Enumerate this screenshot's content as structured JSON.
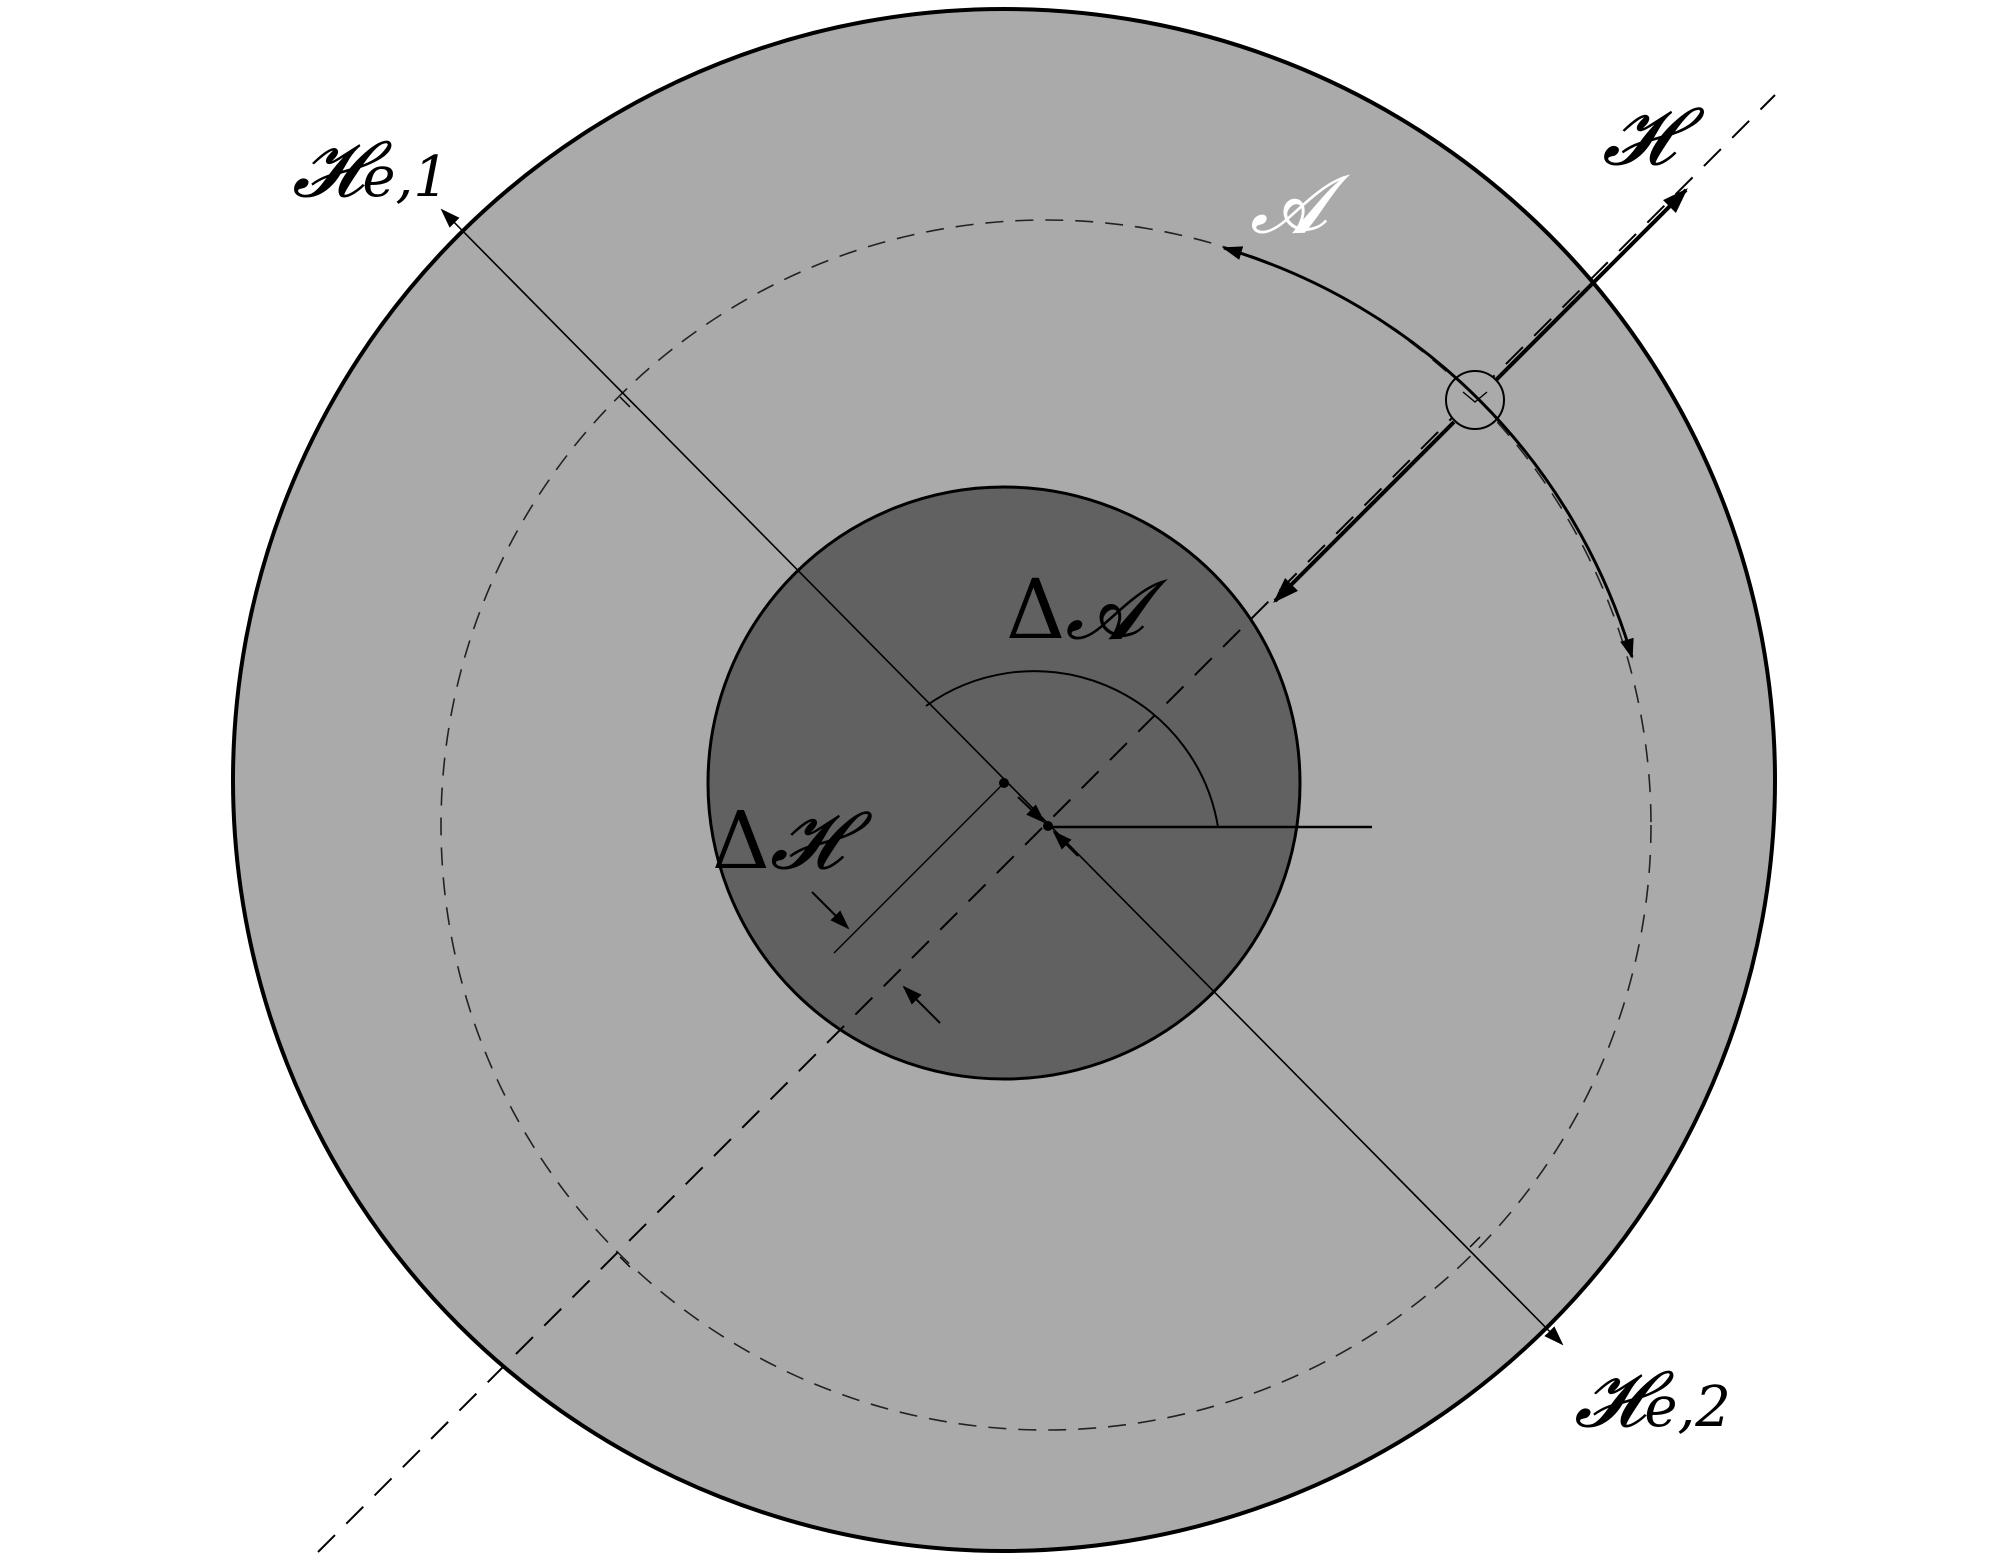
{
  "labels": {
    "he1": {
      "main": "𝓗",
      "sub": "e,1"
    },
    "h": {
      "main": "𝓗"
    },
    "a": {
      "main": "𝓐"
    },
    "delta_a": {
      "delta": "Δ",
      "main": "𝓐"
    },
    "delta_h": {
      "delta": "Δ",
      "main": "𝓗"
    },
    "he2": {
      "main": "𝓗",
      "sub": "e,2"
    }
  },
  "colors": {
    "outer_disk": "#aaaaaa",
    "inner_disk": "#616161",
    "stroke": "#000000",
    "a_label": "#ffffff"
  }
}
